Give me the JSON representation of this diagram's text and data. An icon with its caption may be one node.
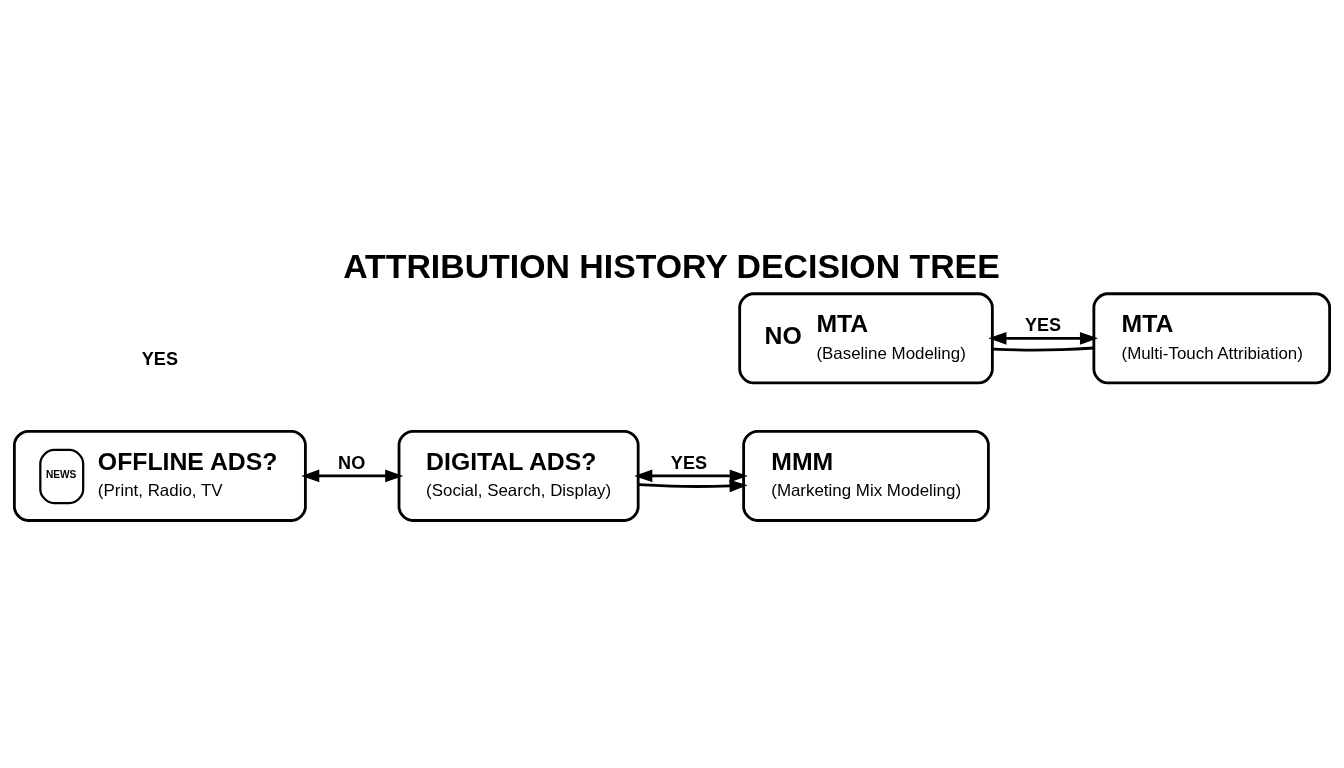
{
  "diagram": {
    "title": "ATTRIBUTION HISTORY DECISION TREE",
    "nodes": [
      {
        "text": [
          "NEWS",
          "OFFLINE ADS?",
          "(Print, Radio, TV"
        ]
      },
      {
        "text": [
          "DIGITAL ADS?",
          "(Social, Search, Display)"
        ]
      },
      {
        "text": [
          "MMM",
          "(Marketing Mix Modeling)"
        ]
      },
      {
        "text": [
          "MTA",
          "(Multi-Touch Attribiation)"
        ]
      },
      {
        "text": [
          "NO",
          "MTA",
          "(Baseline Modeling)"
        ]
      }
    ],
    "edges": [
      {
        "from": 0,
        "to": 1,
        "arrow": "both",
        "label": "NO"
      },
      {
        "from": 1,
        "to": 2,
        "arrow": "both",
        "label": "YES"
      },
      {
        "from": 1,
        "to": 2,
        "arrow": "to"
      },
      {
        "from": 4,
        "to": 3,
        "arrow": "both",
        "label": "YES"
      },
      {
        "from": 3,
        "to": 4,
        "arrow": "none"
      }
    ],
    "labels": [
      "YES"
    ]
  }
}
